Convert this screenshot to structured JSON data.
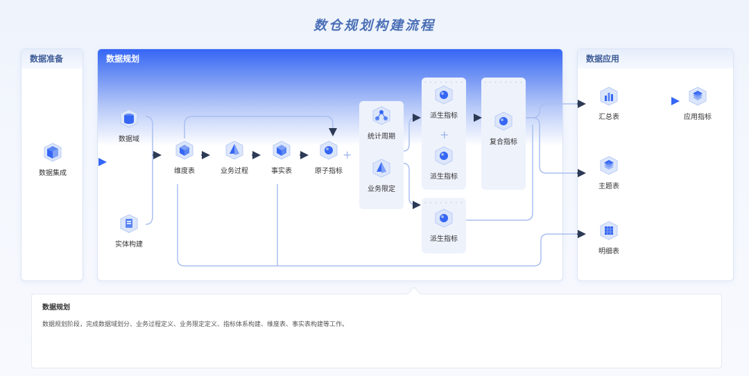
{
  "title": "数仓规划构建流程",
  "panels": {
    "prep": "数据准备",
    "plan": "数据规划",
    "app": "数据应用"
  },
  "nodes": {
    "integration": "数据集成",
    "domain": "数据域",
    "entity": "实体构建",
    "dimension": "维度表",
    "process": "业务过程",
    "fact": "事实表",
    "atomic": "原子指标",
    "period": "统计周期",
    "limit": "业务限定",
    "derived1": "派生指标",
    "derived2": "派生指标",
    "derived3": "派生指标",
    "composite": "复合指标",
    "summary": "汇总表",
    "app_metric": "应用指标",
    "topic": "主题表",
    "detail": "明细表"
  },
  "description": {
    "title": "数据规划",
    "text": "数据规划阶段，完成数据域划分、业务过程定义、业务限定定义、指标体系构建、维度表、事实表构建等工作。"
  },
  "colors": {
    "accent": "#3566f5",
    "line": "#a9bff0",
    "arrow": "#2d3a55",
    "title": "#4a6fb5"
  },
  "icons": {
    "node": "isometric-cube-icon"
  }
}
